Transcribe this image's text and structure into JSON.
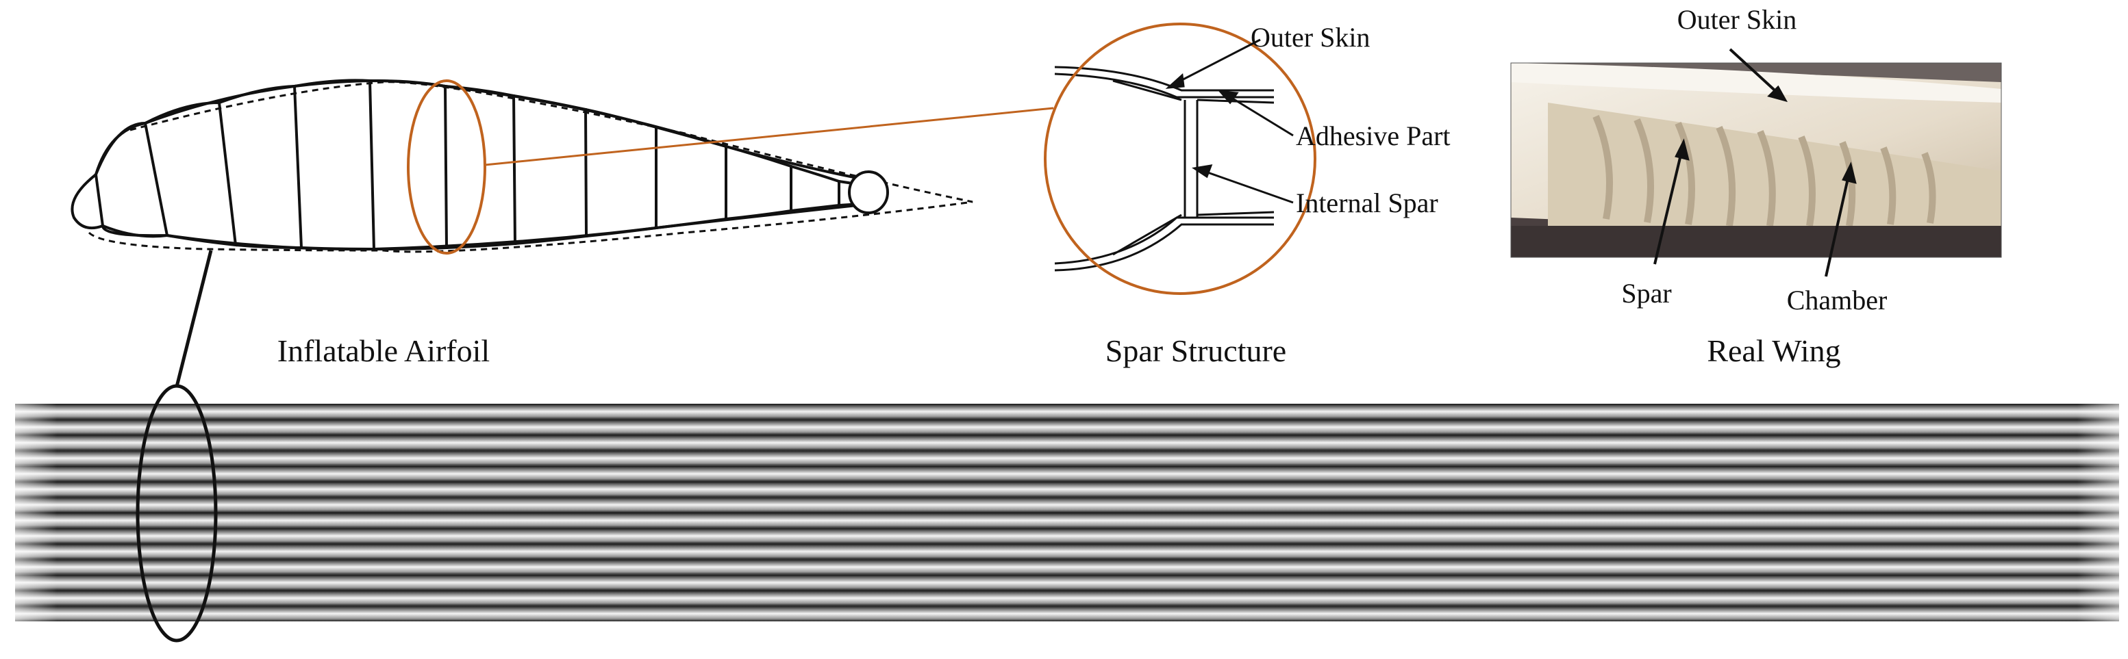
{
  "panels": {
    "airfoil": {
      "caption": "Inflatable Airfoil"
    },
    "spar": {
      "caption": "Spar Structure",
      "labels": {
        "outer_skin": "Outer Skin",
        "adhesive_part": "Adhesive Part",
        "internal_spar": "Internal Spar"
      }
    },
    "real_wing": {
      "caption": "Real Wing",
      "labels": {
        "outer_skin": "Outer Skin",
        "spar": "Spar",
        "chamber": "Chamber"
      }
    }
  },
  "colors": {
    "highlight": "#c0631e",
    "ink": "#111111",
    "photo_paper": "#ede6d8",
    "photo_background": "#4a4040"
  },
  "span_lines": {
    "count": 14
  }
}
